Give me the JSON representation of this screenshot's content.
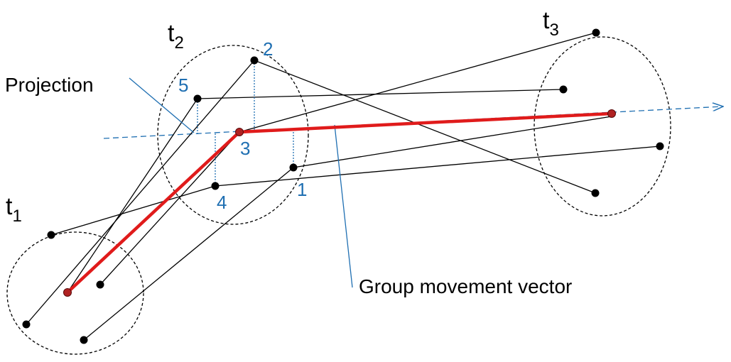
{
  "colors": {
    "trajectory": "#000000",
    "group_vector": "#e01b1b",
    "group_point": "#b02222",
    "projection_blue": "#1f6fb2"
  },
  "time_labels": {
    "t1": {
      "base": "t",
      "sub": "1"
    },
    "t2": {
      "base": "t",
      "sub": "2"
    },
    "t3": {
      "base": "t",
      "sub": "3"
    }
  },
  "point_labels": [
    "1",
    "2",
    "3",
    "4",
    "5"
  ],
  "annotations": {
    "projection": "Projection",
    "group_vector": "Group movement vector"
  }
}
